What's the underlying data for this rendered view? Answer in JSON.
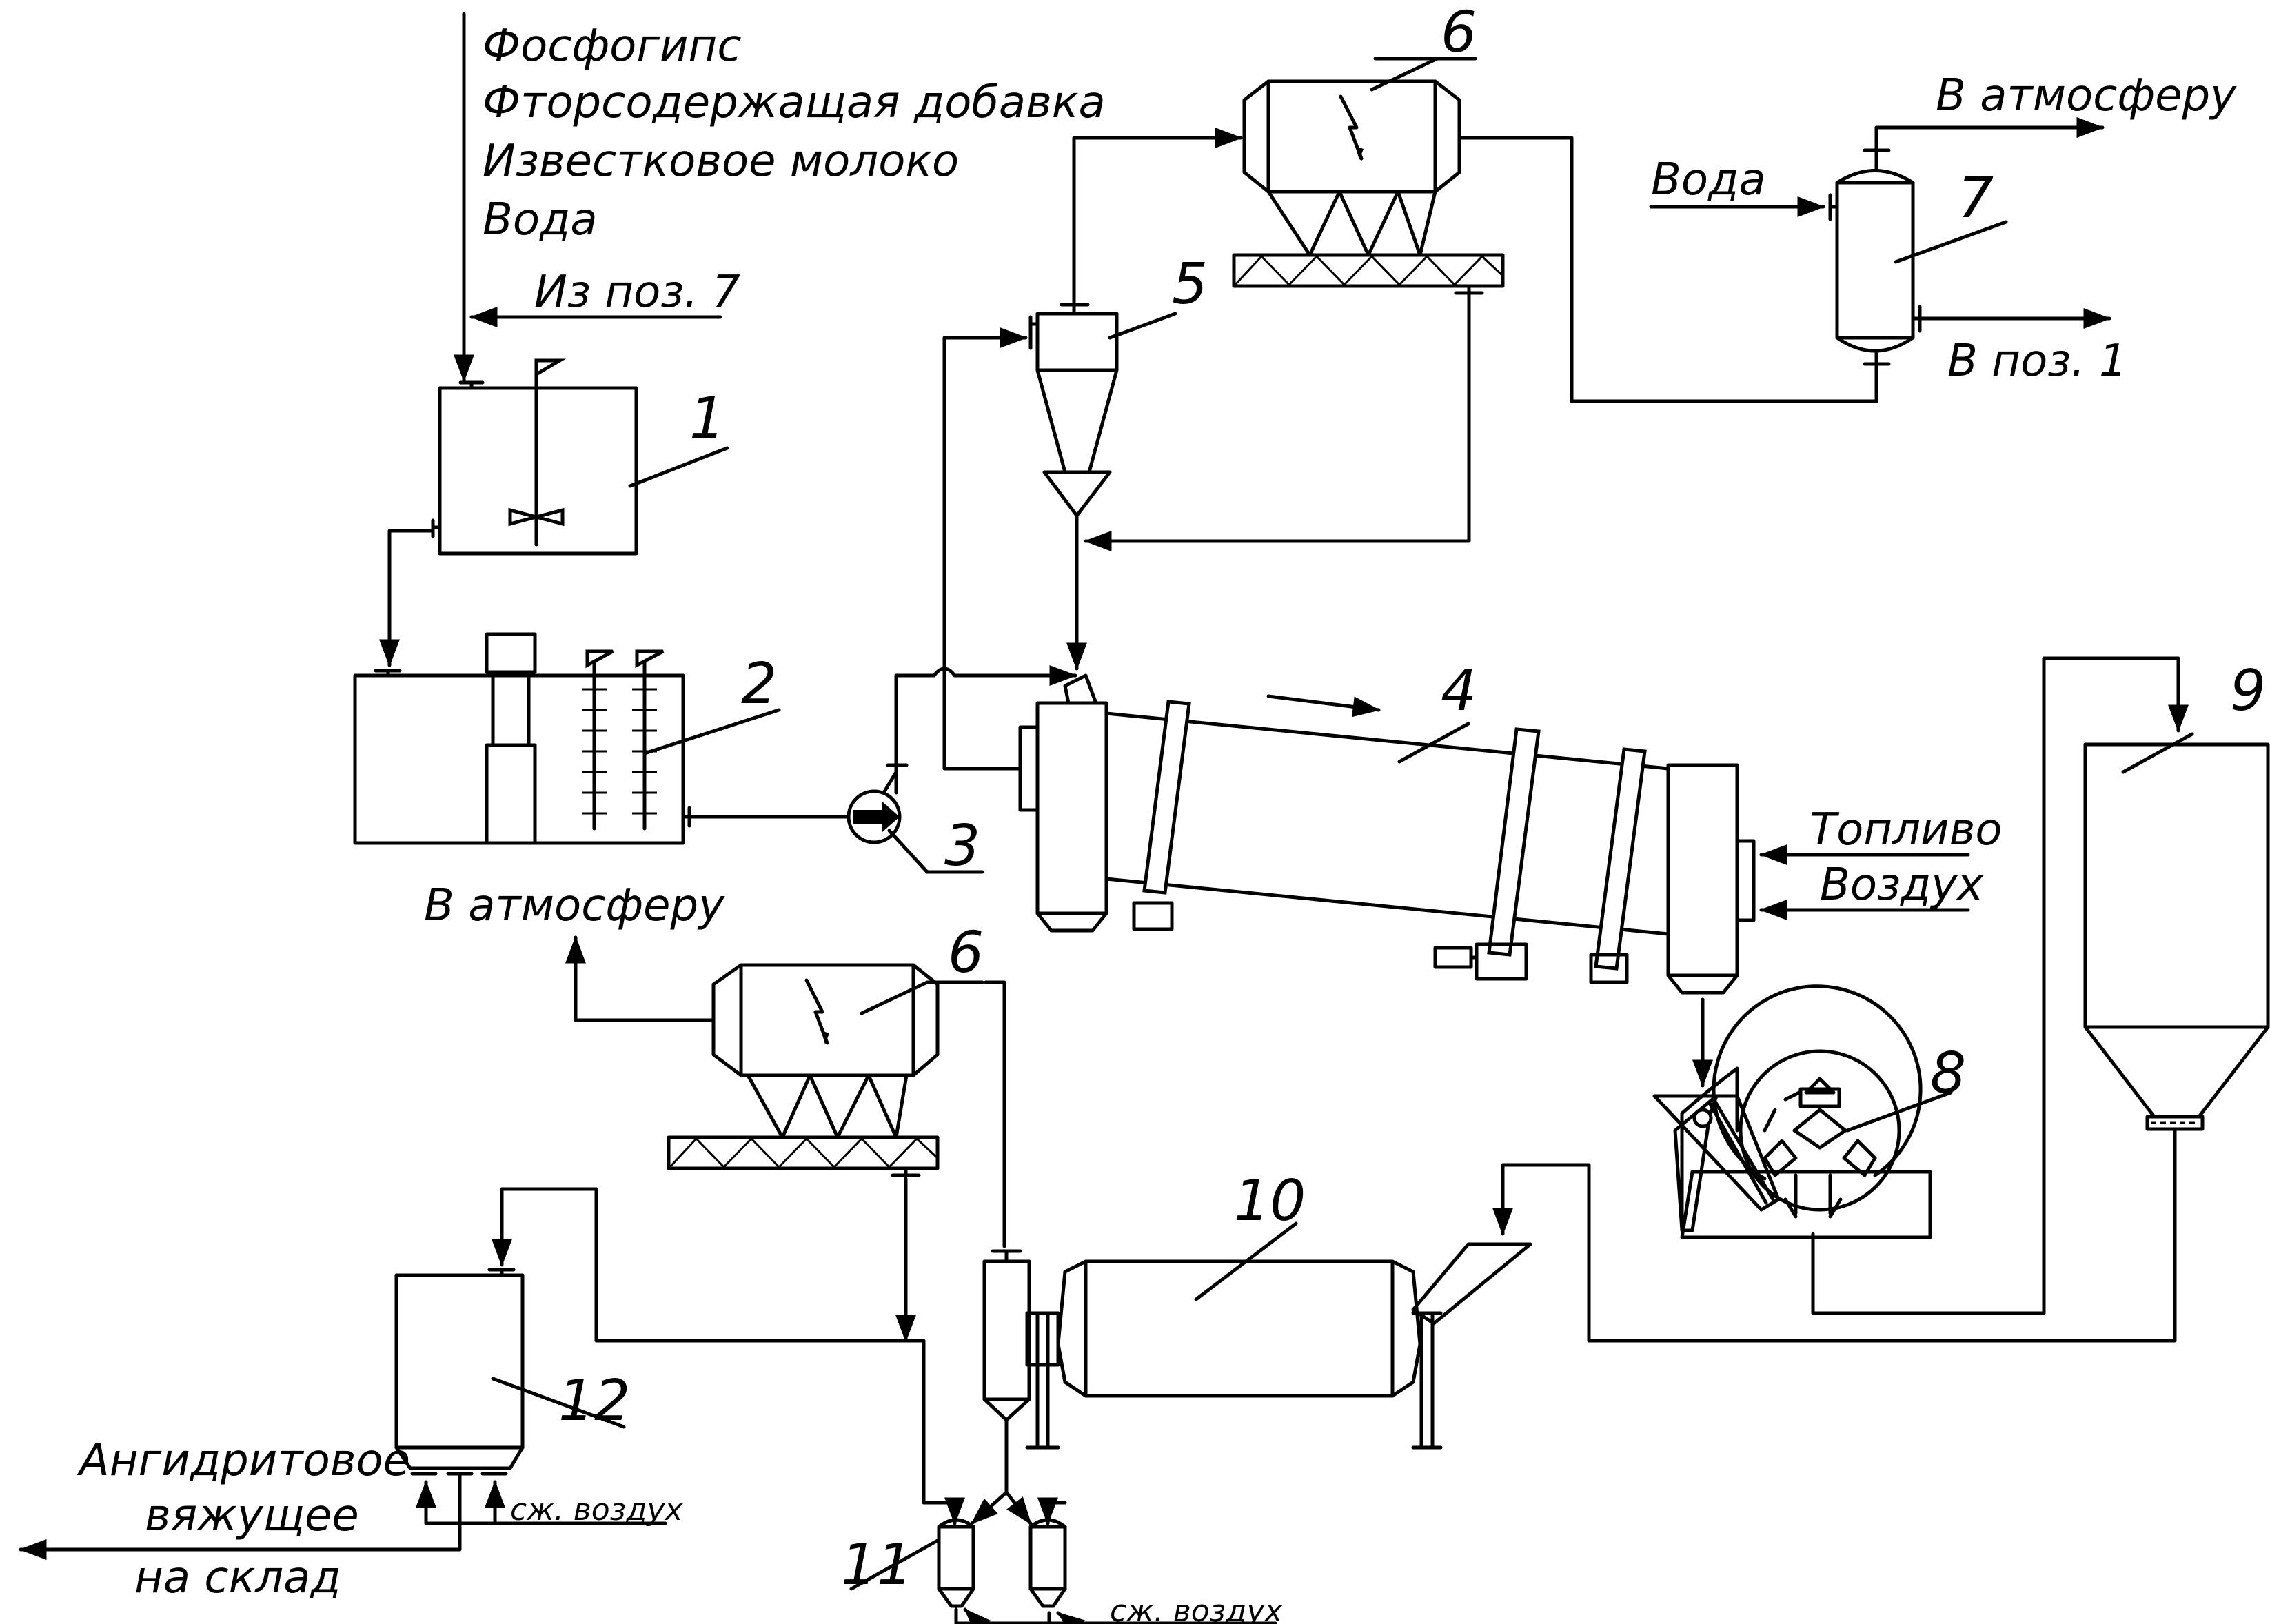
{
  "labels": {
    "input_1": "Фосфогипс",
    "input_2": "Фторсодержащая добавка",
    "input_3": "Известковое молоко",
    "input_4": "Вода",
    "from_pos7": "Из поз. 7",
    "to_atmosphere_top": "В атмосферу",
    "water_scrubber": "Вода",
    "to_pos1": "В поз. 1",
    "to_atmosphere_left": "В атмосферу",
    "fuel": "Топливо",
    "air": "Воздух",
    "compressed_air_1": "сж. воздух",
    "compressed_air_2": "сж. воздух",
    "product_line1": "Ангидритовое",
    "product_line2": "вяжущее",
    "product_line3": "на склад"
  },
  "positions": {
    "p1": "1",
    "p2": "2",
    "p3": "3",
    "p4": "4",
    "p5": "5",
    "p6_top": "6",
    "p6_bottom": "6",
    "p7": "7",
    "p8": "8",
    "p9": "9",
    "p10": "10",
    "p11": "11",
    "p12": "12"
  }
}
